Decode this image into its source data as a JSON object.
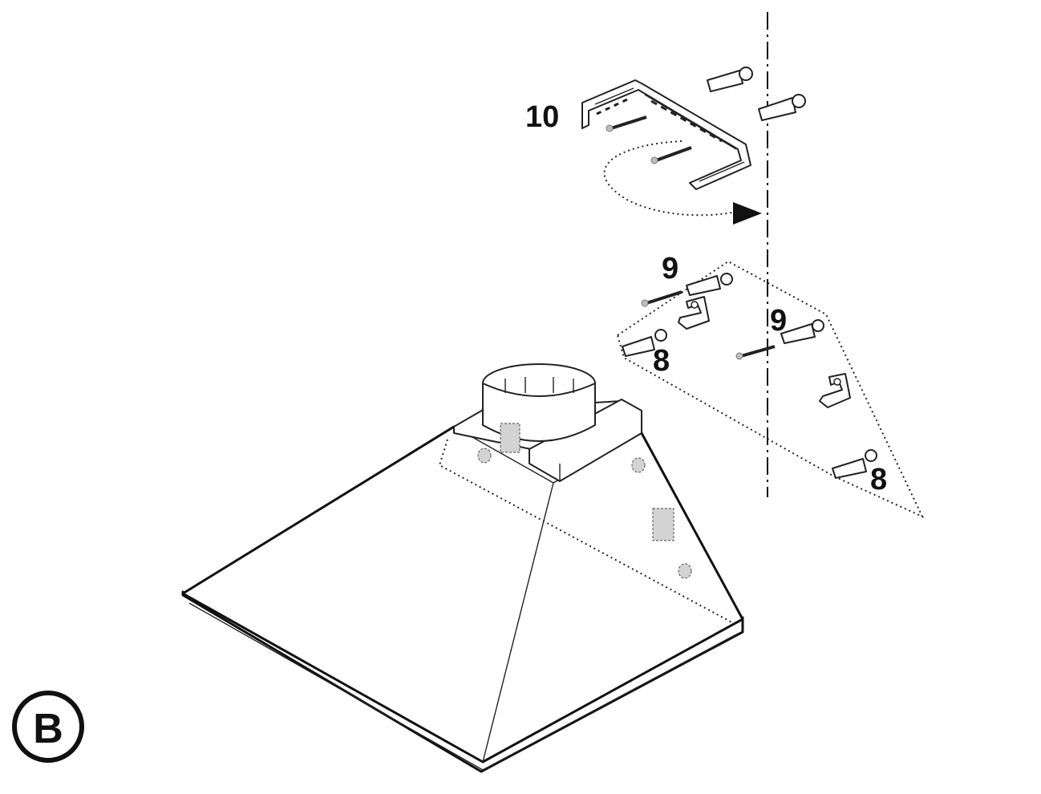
{
  "labels": {
    "part_10": "10",
    "part_9_left": "9",
    "part_9_right": "9",
    "part_8_left": "8",
    "part_8_right": "8",
    "figure_marker": "B"
  },
  "colors": {
    "line": "#111111",
    "background": "#ffffff",
    "screw_fill": "#bdbdbd"
  }
}
